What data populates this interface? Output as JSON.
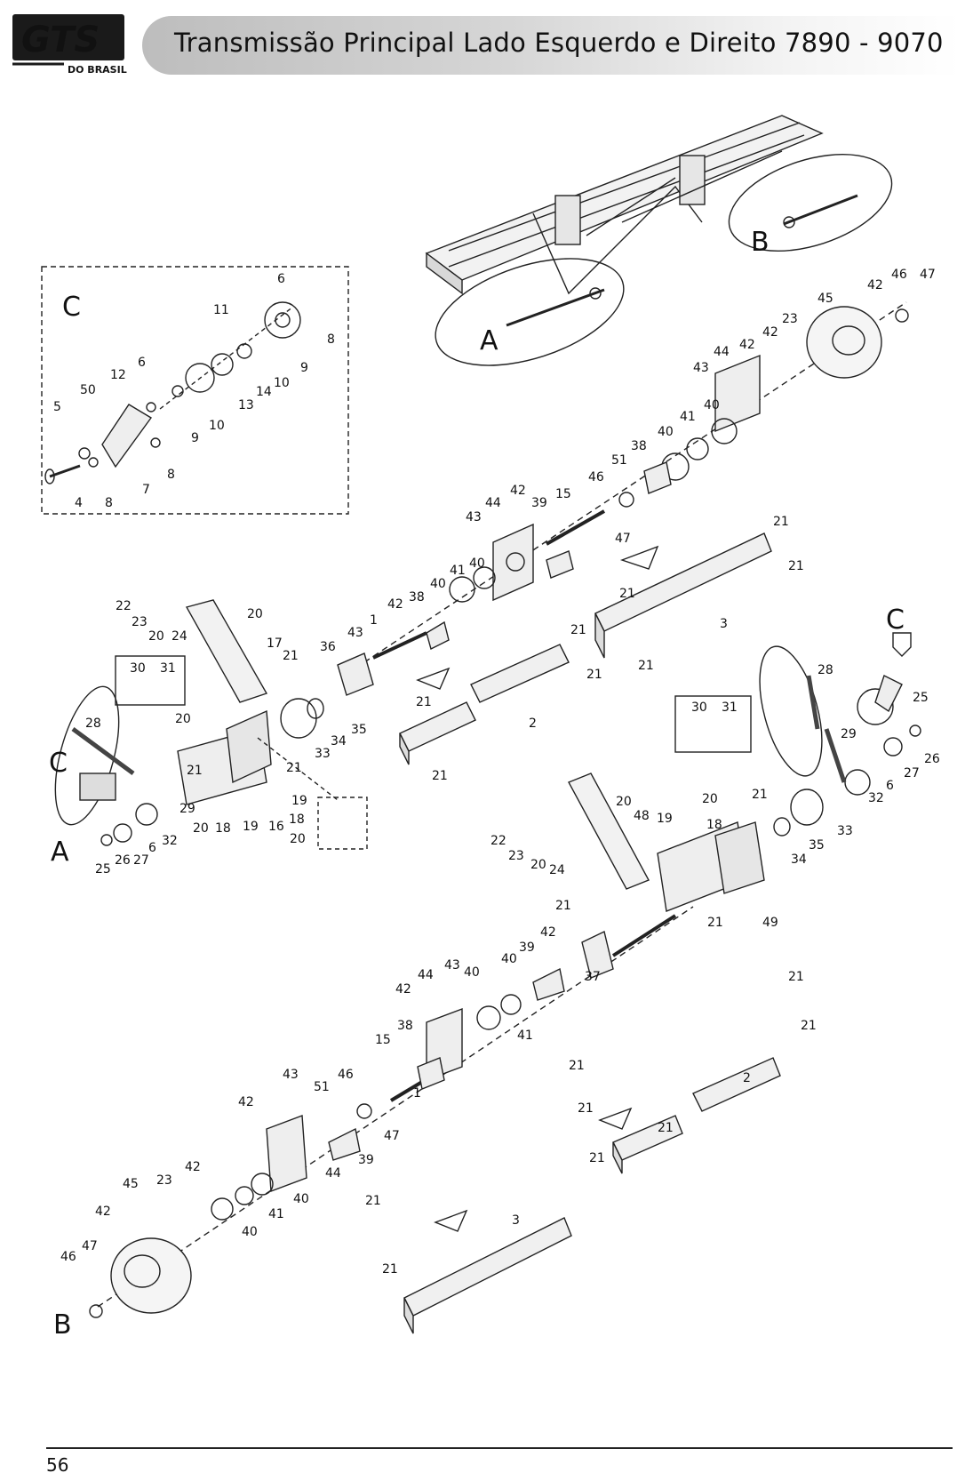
{
  "header": {
    "logo_text": "GTS",
    "logo_subtext": "DO BRASIL",
    "title": "Transmissão Principal Lado Esquerdo e Direito 7890 - 9070"
  },
  "diagram": {
    "detail_letters": {
      "A": "A",
      "B": "B",
      "C": "C"
    },
    "part_labels": {
      "p1": "1",
      "p2": "2",
      "p3": "3",
      "p4": "4",
      "p5": "5",
      "p6": "6",
      "p7": "7",
      "p8": "8",
      "p9": "9",
      "p10": "10",
      "p11": "11",
      "p12": "12",
      "p13": "13",
      "p14": "14",
      "p15": "15",
      "p16": "16",
      "p17": "17",
      "p18": "18",
      "p19": "19",
      "p20": "20",
      "p21": "21",
      "p22": "22",
      "p23": "23",
      "p24": "24",
      "p25": "25",
      "p26": "26",
      "p27": "27",
      "p28": "28",
      "p29": "29",
      "p30": "30",
      "p31": "31",
      "p32": "32",
      "p33": "33",
      "p34": "34",
      "p35": "35",
      "p36": "36",
      "p37": "37",
      "p38": "38",
      "p39": "39",
      "p40": "40",
      "p41": "41",
      "p42": "42",
      "p43": "43",
      "p44": "44",
      "p45": "45",
      "p46": "46",
      "p47": "47",
      "p48": "48",
      "p49": "49",
      "p50": "50",
      "p51": "51"
    }
  },
  "footer": {
    "page_number": "56"
  }
}
